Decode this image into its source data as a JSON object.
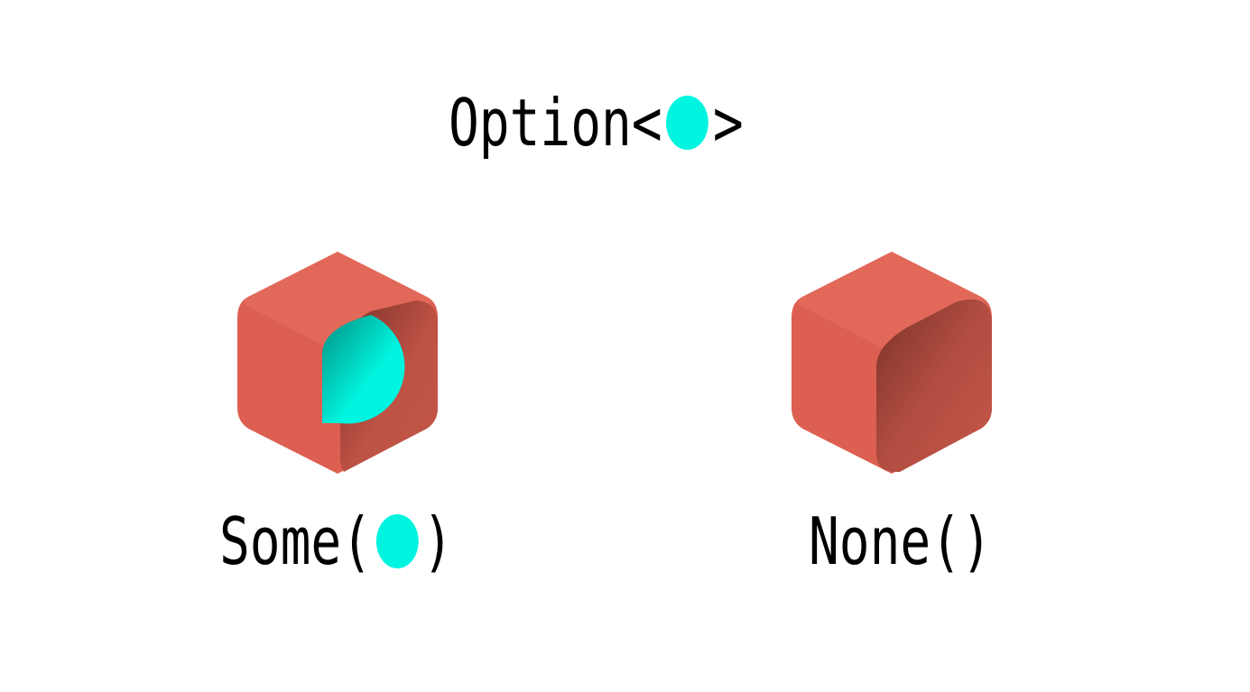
{
  "title": {
    "prefix": "Option<",
    "suffix": ">",
    "value_icon": "cyan-circle-icon"
  },
  "variants": [
    {
      "name": "Some",
      "open": "(",
      "close": ")",
      "contains_value": true,
      "box_icon": "box-with-ball-icon",
      "value_icon": "cyan-circle-icon"
    },
    {
      "name": "None",
      "open": "(",
      "close": ")",
      "contains_value": false,
      "box_icon": "empty-box-icon"
    }
  ],
  "colors": {
    "value": "#00F5E0",
    "box_top": "#E2685A",
    "box_left": "#DC5F51",
    "box_inner_dark": "#7A3128",
    "box_inner_light": "#BE5245",
    "text": "#000000",
    "background": "#FFFFFF"
  }
}
